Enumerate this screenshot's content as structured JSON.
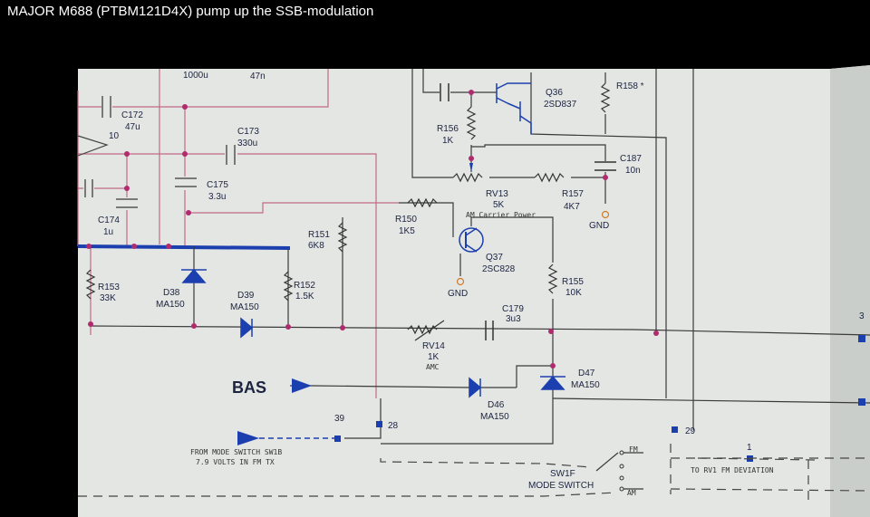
{
  "video": {
    "title": "MAJOR M688 (PTBM121D4X) pump up the SSB-modulation"
  },
  "schematic": {
    "labels": {
      "c_top1": "1000u",
      "c_top2": "47n",
      "c172": "C172",
      "c172_val": "47u",
      "pin10": "10",
      "c173": "C173",
      "c173_val": "330u",
      "c174": "C174",
      "c174_val": "1u",
      "c175": "C175",
      "c175_val": "3.3u",
      "r151": "R151",
      "r151_val": "6K8",
      "r152": "R152",
      "r152_val": "1.5K",
      "r153": "R153",
      "r153_val": "33K",
      "d38": "D38",
      "d38_val": "MA150",
      "d39": "D39",
      "d39_val": "MA150",
      "r150": "R150",
      "r150_val": "1K5",
      "r156": "R156",
      "r156_val": "1K",
      "q36": "Q36",
      "q36_val": "2SD837",
      "r158": "R158 *",
      "c187": "C187",
      "c187_val": "10n",
      "rv13": "RV13",
      "rv13_val": "5K",
      "rv13_desc": "AM Carrier Power",
      "r157": "R157",
      "r157_val": "4K7",
      "gnd1": "GND",
      "gnd2": "GND",
      "q37": "Q37",
      "q37_val": "2SC828",
      "r155": "R155",
      "r155_val": "10K",
      "c179": "C179",
      "c179_val": "3u3",
      "rv14": "RV14",
      "rv14_val": "1K",
      "rv14_desc": "AMC",
      "d47": "D47",
      "d47_val": "MA150",
      "d46": "D46",
      "d46_val": "MA150",
      "bas": "BAS",
      "pin39": "39",
      "pin28": "28",
      "pin29": "29",
      "pin1": "1",
      "from_mode_1": "FROM MODE SWITCH SW1B",
      "from_mode_2": "7.9 VOLTS IN FM TX",
      "sw1f": "SW1F",
      "mode_switch": "MODE SWITCH",
      "fm": "FM",
      "am": "AM",
      "to_rv1": "TO RV1 FM DEVIATION",
      "edge_num": "3"
    }
  }
}
